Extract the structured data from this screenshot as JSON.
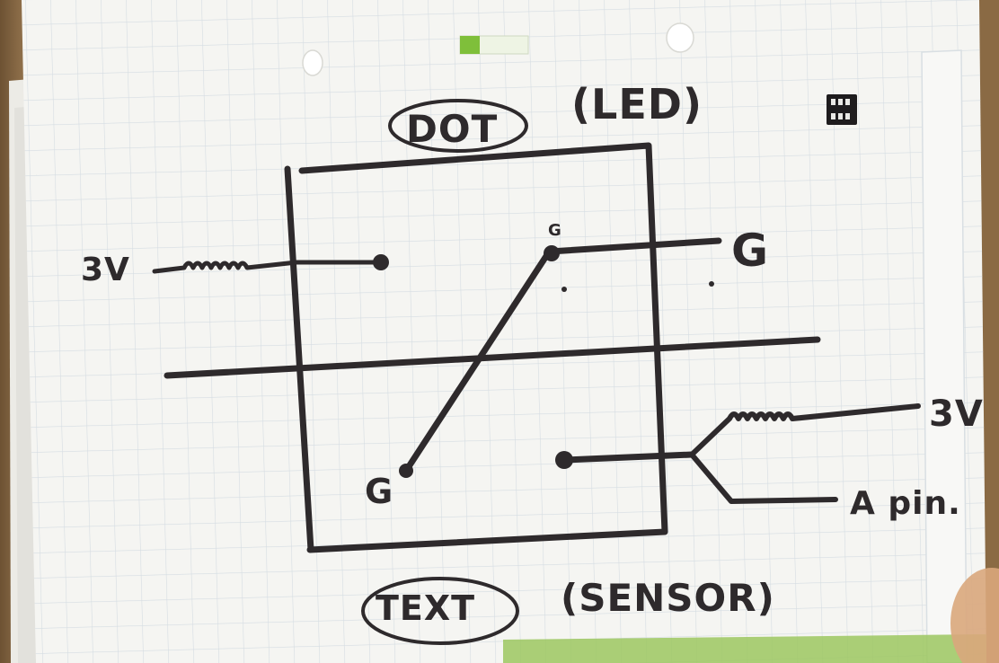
{
  "sketch": {
    "title_dot": "DOT",
    "title_led": "(LED)",
    "label_3v_left": "3V",
    "label_g_small": "G",
    "label_g_right": "G",
    "label_g_bottom": "G",
    "label_3v_right": "3V",
    "label_a_pin": "A pin.",
    "title_text": "TEXT",
    "title_sensor": "(SENSOR)"
  },
  "colors": {
    "ink": "#2e2a2c",
    "paper": "#f4f4f1",
    "grid": "#d6dde2",
    "desk": "#8a6a44",
    "sticker_green": "#7fbf3a"
  }
}
